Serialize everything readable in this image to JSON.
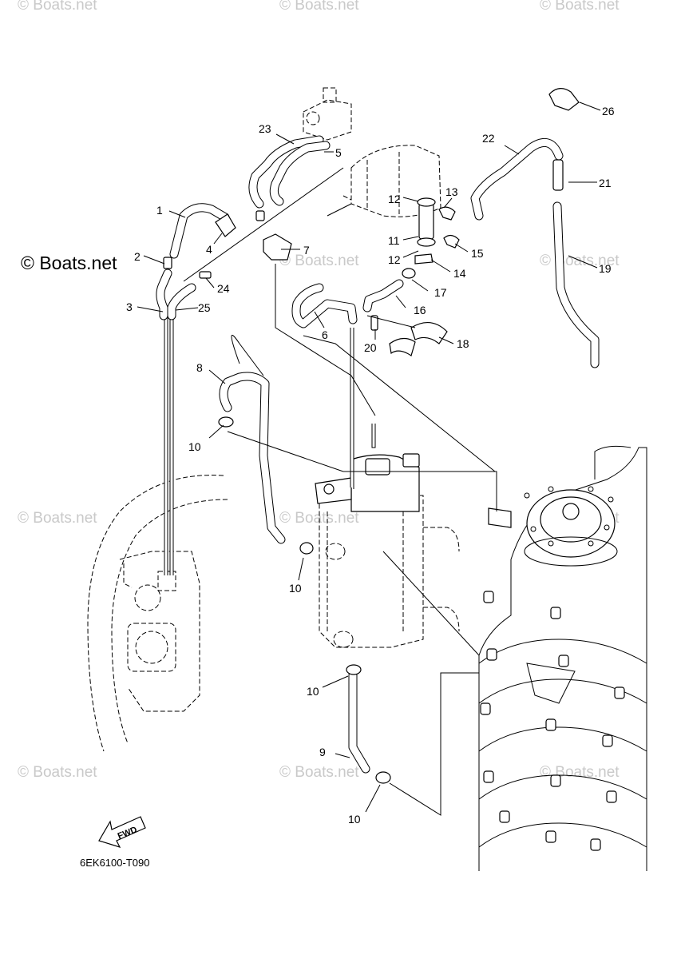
{
  "watermarks": {
    "small": "© Boats.net",
    "big": "© Boats.net"
  },
  "callouts": [
    "1",
    "2",
    "3",
    "4",
    "5",
    "6",
    "7",
    "8",
    "9",
    "10",
    "11",
    "12",
    "13",
    "14",
    "15",
    "16",
    "17",
    "18",
    "19",
    "20",
    "21",
    "22",
    "23",
    "24",
    "25",
    "26"
  ],
  "labels": {
    "p1": "1",
    "p2": "2",
    "p3": "3",
    "p4": "4",
    "p5": "5",
    "p6": "6",
    "p7": "7",
    "p8": "8",
    "p9": "9",
    "p10a": "10",
    "p10b": "10",
    "p10c": "10",
    "p10d": "10",
    "p11": "11",
    "p12a": "12",
    "p12b": "12",
    "p13": "13",
    "p14": "14",
    "p15": "15",
    "p16": "16",
    "p17": "17",
    "p18": "18",
    "p19": "19",
    "p20": "20",
    "p21": "21",
    "p22": "22",
    "p23": "23",
    "p24": "24",
    "p25": "25",
    "p26": "26"
  },
  "fwd_arrow": "FWD",
  "diagram_code": "6EK6100-T090",
  "colors": {
    "line": "#000000",
    "watermark": "#c9c9c9",
    "background": "#ffffff"
  }
}
